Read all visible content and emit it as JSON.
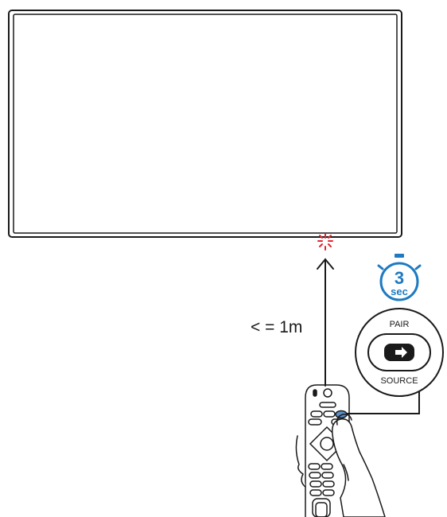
{
  "distance_label": "< = 1m",
  "timer": {
    "value": "3",
    "unit": "sec"
  },
  "button": {
    "top_label": "PAIR",
    "bottom_label": "SOURCE"
  },
  "colors": {
    "line": "#1a1a1a",
    "ir_signal": "#e3262f",
    "timer_accent": "#1f7ac1",
    "button_highlight": "#5b8fc9"
  },
  "icons": [
    "tv-screen",
    "ir-receiver-icon",
    "stopwatch-icon",
    "source-input-icon",
    "remote-control",
    "hand"
  ]
}
